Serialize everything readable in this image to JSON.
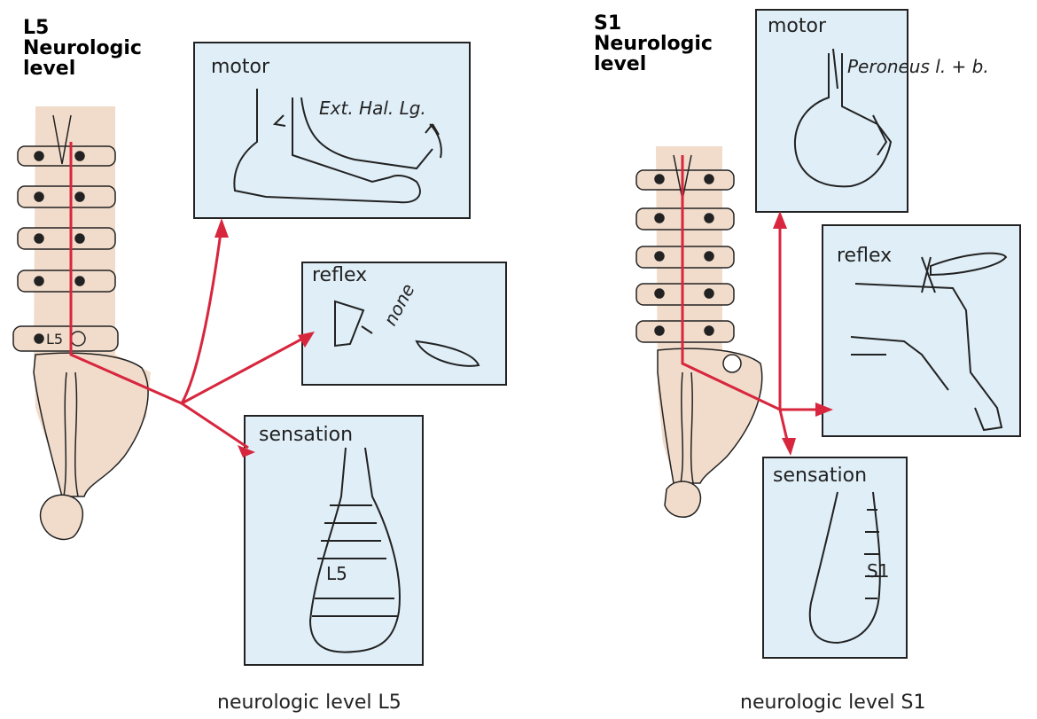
{
  "left": {
    "heading": [
      "L5",
      "Neurologic",
      "level"
    ],
    "spine_label": "L5",
    "boxes": {
      "motor": {
        "label": "motor",
        "note": "Ext. Hal. Lg."
      },
      "reflex": {
        "label": "reflex",
        "note": "none"
      },
      "sensation": {
        "label": "sensation",
        "dermatome": "L5"
      }
    },
    "caption": "neurologic level L5"
  },
  "right": {
    "heading": [
      "S1",
      "Neurologic",
      "level"
    ],
    "boxes": {
      "motor": {
        "label": "motor",
        "note": "Peroneus l. + b."
      },
      "reflex": {
        "label": "reflex"
      },
      "sensation": {
        "label": "sensation",
        "dermatome": "S1"
      }
    },
    "caption": "neurologic level S1"
  },
  "colors": {
    "nerve": "#d7263d",
    "bone": "#f1dccb",
    "panel": "#dfeef7"
  }
}
